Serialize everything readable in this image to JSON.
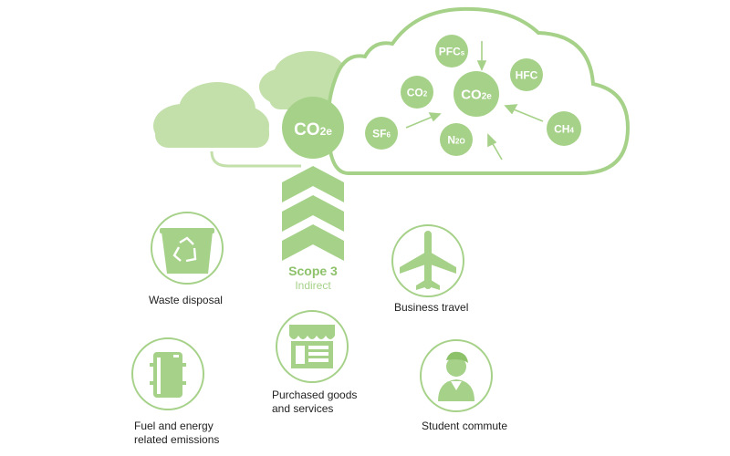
{
  "colors": {
    "primary_green": "#a6d189",
    "light_green": "#c3e0ab",
    "dark_green": "#8dc16a",
    "text": "#222222"
  },
  "center": {
    "label": "CO2e",
    "base": "CO",
    "sub": "2e"
  },
  "cloud_gases": [
    {
      "id": "co2e",
      "base": "CO",
      "sub": "2e"
    },
    {
      "id": "pfcs",
      "base": "PFC",
      "sub": "s"
    },
    {
      "id": "hfc",
      "base": "HFC",
      "sub": ""
    },
    {
      "id": "co2",
      "base": "CO",
      "sub": "2"
    },
    {
      "id": "sf6",
      "base": "SF",
      "sub": "6"
    },
    {
      "id": "n2o",
      "base": "N",
      "sub": "2O"
    },
    {
      "id": "ch4",
      "base": "CH",
      "sub": "4"
    }
  ],
  "scope": {
    "title": "Scope 3",
    "subtitle": "Indirect"
  },
  "categories": [
    {
      "id": "waste",
      "label": "Waste disposal",
      "icon": "recycling-bin-icon"
    },
    {
      "id": "travel",
      "label": "Business travel",
      "icon": "airplane-icon"
    },
    {
      "id": "purchased",
      "label": "Purchased goods and services",
      "line1": "Purchased goods",
      "line2": "and services",
      "icon": "storefront-icon"
    },
    {
      "id": "fuel",
      "label": "Fuel and energy related emissions",
      "line1": "Fuel and energy",
      "line2": "related emissions",
      "icon": "fuel-barrel-icon"
    },
    {
      "id": "commute",
      "label": "Student commute",
      "icon": "student-icon"
    }
  ]
}
